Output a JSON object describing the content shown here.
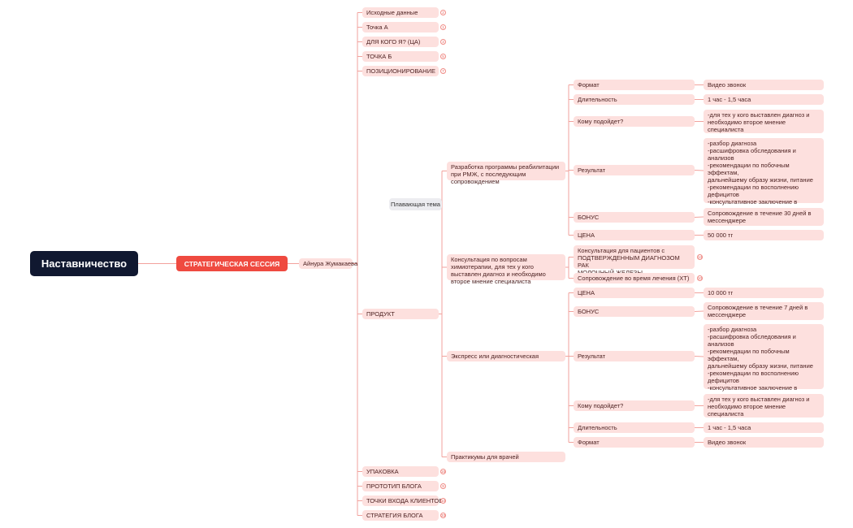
{
  "root": "Наставничество",
  "session": "СТРАТЕГИЧЕСКАЯ СЕССИЯ",
  "person": "Айнура Жумакаева",
  "topics": {
    "t1": {
      "label": "Исходные данные",
      "badge": "2"
    },
    "t2": {
      "label": "Точка А",
      "badge": "1"
    },
    "t3": {
      "label": "ДЛЯ КОГО Я? (ЦА)",
      "badge": "3"
    },
    "t4": {
      "label": "ТОЧКА Б",
      "badge": "5"
    },
    "t5": {
      "label": "ПОЗИЦИОНИРОВАНИЕ",
      "badge": "7"
    },
    "product": {
      "label": "ПРОДУКТ"
    },
    "t7": {
      "label": "УПАКОВКА",
      "badge": "15"
    },
    "t8": {
      "label": "ПРОТОТИП БЛОГА",
      "badge": "9"
    },
    "t9": {
      "label": "ТОЧКИ ВХОДА КЛИЕНТОВ",
      "badge": "10"
    },
    "t10": {
      "label": "СТРАТЕГИЯ БЛОГА",
      "badge": "33"
    }
  },
  "floating": "Плавающая тема",
  "products": {
    "rehab": {
      "label": "Разработка программы реабилитации при РМЖ, с последующим сопровождением",
      "format_label": "Формат",
      "format_value": "Видео звонок",
      "duration_label": "Длительность",
      "duration_value": "1 час - 1,5 часа",
      "fit_label": "Кому подойдет?",
      "fit_value": "-для тех у кого выставлен диагноз и\nнеобходимо второе мнение специалиста",
      "result_label": "Результат",
      "result_value": "-разбор диагноза\n-расшифровка обследования и анализов\n-рекомендации по побочным эффектам,\nдальнейшему образу жизни, питание\n-рекомендации по восполнению дефицитов\n-консультативное заключение в\nэлектронному виде\n-\n-",
      "bonus_label": "БОНУС",
      "bonus_value": "Сопровождение в течение 30 дней в\nмессенджере",
      "price_label": "ЦЕНА",
      "price_value": "50 000 тг"
    },
    "chemo": {
      "label": "Консультация по вопросам химиотерапии, для тех у кого выставлен диагноз и необходимо второе мнение специалиста",
      "c1": {
        "label": "Консультация для пациентов с\nПОДТВЕРЖДЕННЫМ ДИАГНОЗОМ РАК\nМОЛОЧНЫЙ ЖЕЛЕЗЫ",
        "badge": "13"
      },
      "c2": {
        "label": "Сопровождение во время лечения (ХТ)",
        "badge": "10"
      }
    },
    "express": {
      "label": "Экспресс или диагностическая",
      "price_label": "ЦЕНА",
      "price_value": "10 000 тг",
      "bonus_label": "БОНУС",
      "bonus_value": "Сопровождение в течение 7 дней в\nмессенджере",
      "result_label": "Результат",
      "result_value": "-разбор диагноза\n-расшифровка обследования и анализов\n-рекомендации по побочным эффектам,\nдальнейшему образу жизни, питание\n-рекомендации по восполнению дефицитов\n-консультативное заключение в\nэлектронному виде\n-\n-",
      "fit_label": "Кому подойдет?",
      "fit_value": "-для тех у кого выставлен диагноз и\nнеобходимо второе мнение специалиста",
      "duration_label": "Длительность",
      "duration_value": "1 час - 1,5 часа",
      "format_label": "Формат",
      "format_value": "Видео звонок"
    },
    "practicum": {
      "label": "Практикумы для врачей"
    }
  },
  "colors": {
    "root_bg": "#101830",
    "session_bg": "#ef4a40",
    "node_bg": "#fde0de",
    "line": "#f2a29c",
    "floating_bg": "#ececf0"
  }
}
